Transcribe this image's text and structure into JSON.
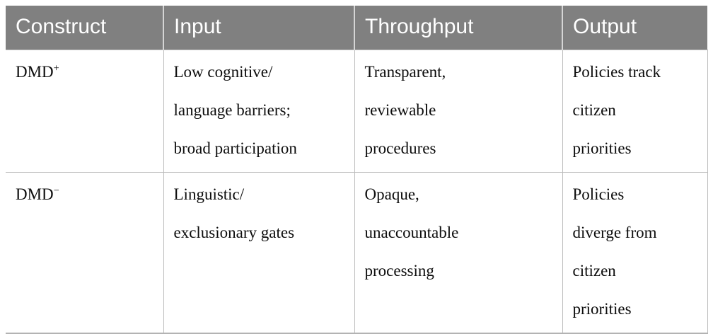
{
  "table": {
    "columns": [
      {
        "key": "construct",
        "label": "Construct"
      },
      {
        "key": "input",
        "label": "Input"
      },
      {
        "key": "throughput",
        "label": "Throughput"
      },
      {
        "key": "output",
        "label": "Output"
      }
    ],
    "rows": [
      {
        "construct_base": "DMD",
        "construct_sup": "+",
        "input_lines": [
          "Low cognitive/",
          "language barriers;",
          "broad participation"
        ],
        "throughput_lines": [
          "Transparent,",
          "reviewable",
          "procedures"
        ],
        "output_lines": [
          "Policies track",
          "citizen",
          "priorities"
        ]
      },
      {
        "construct_base": "DMD",
        "construct_sup": "−",
        "input_lines": [
          "Linguistic/",
          "exclusionary gates"
        ],
        "throughput_lines": [
          "Opaque,",
          "unaccountable",
          "processing"
        ],
        "output_lines": [
          "Policies",
          "diverge from",
          "citizen",
          "priorities"
        ]
      }
    ]
  },
  "colors": {
    "header_background": "#808080",
    "header_text": "#ffffff",
    "body_text": "#0d0d0d",
    "border": "#bcbcbc",
    "page_background": "#ffffff"
  }
}
